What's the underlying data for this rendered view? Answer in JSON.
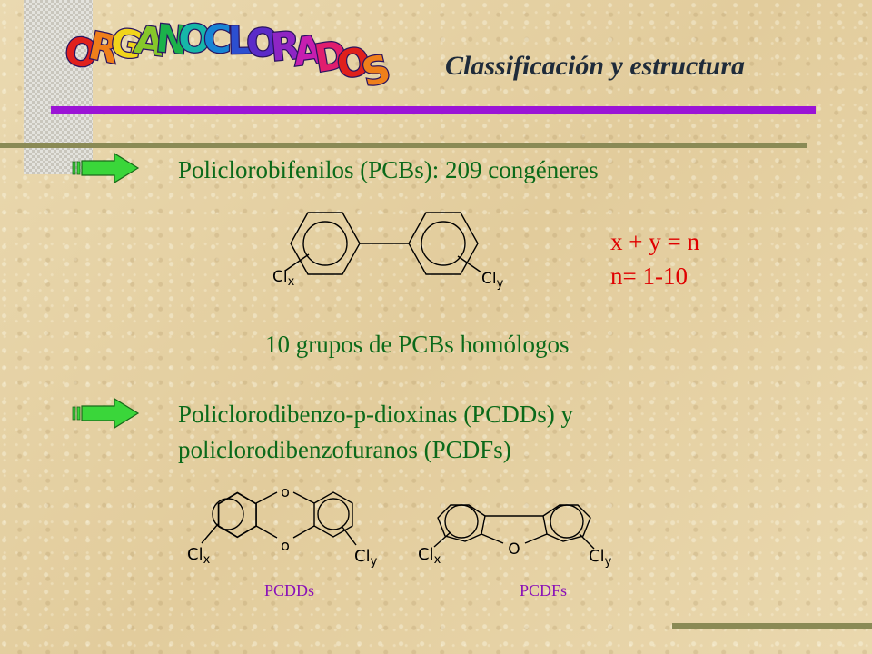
{
  "title": {
    "text": "ORGANOCLORADOS",
    "letters": [
      "O",
      "R",
      "G",
      "A",
      "N",
      "O",
      "C",
      "L",
      "O",
      "R",
      "A",
      "D",
      "O",
      "S"
    ],
    "colors": [
      "#e0201c",
      "#ef7f1a",
      "#f1d41b",
      "#86c72a",
      "#1bb24a",
      "#16b7a8",
      "#1784d4",
      "#2c4fd0",
      "#5b2bc8",
      "#8f25c4",
      "#c61eb0",
      "#e01e6e",
      "#e0201c",
      "#ef7f1a"
    ]
  },
  "subtitle": "Classificación y estructura",
  "section1": {
    "heading": "Policlorobifenilos (PCBs): 209 congéneres",
    "equation1": "x + y = n",
    "equation2": "n= 1-10",
    "note": "10 grupos de PCBs homólogos",
    "structure": {
      "left_substituent": "Cl",
      "left_subscript": "x",
      "right_substituent": "Cl",
      "right_subscript": "y"
    }
  },
  "section2": {
    "heading_line1": "Policlorodibenzo-p-dioxinas (PCDDs) y",
    "heading_line2": "policlorodibenzofuranos (PCDFs)",
    "pcdd": {
      "oxygen_top": "o",
      "oxygen_bottom": "o",
      "left_substituent": "Cl",
      "left_subscript": "x",
      "right_substituent": "Cl",
      "right_subscript": "y",
      "label": "PCDDs"
    },
    "pcdf": {
      "oxygen": "O",
      "left_substituent": "Cl",
      "left_subscript": "x",
      "right_substituent": "Cl",
      "right_subscript": "y",
      "label": "PCDFs"
    }
  },
  "colors": {
    "heading_green": "#0b6a1a",
    "equation_red": "#e00000",
    "accent_purple": "#9b14d6",
    "olive_bar": "#8a8a55",
    "arrow_green": "#3ad63a"
  },
  "icons": [
    "green-arrow-icon"
  ]
}
